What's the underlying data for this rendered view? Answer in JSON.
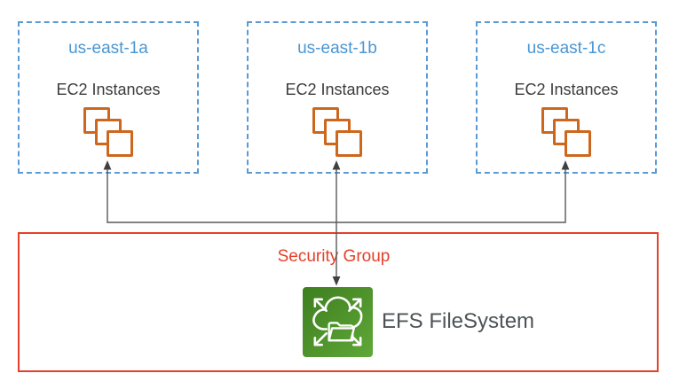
{
  "diagram": {
    "title_implicit": "AWS EFS multi-AZ architecture",
    "zones": [
      {
        "name": "us-east-1a",
        "service_label": "EC2 Instances",
        "icon": "ec2-instances-icon"
      },
      {
        "name": "us-east-1b",
        "service_label": "EC2 Instances",
        "icon": "ec2-instances-icon"
      },
      {
        "name": "us-east-1c",
        "service_label": "EC2 Instances",
        "icon": "ec2-instances-icon"
      }
    ],
    "security_group": {
      "label": "Security Group"
    },
    "efs": {
      "label": "EFS FileSystem",
      "icon": "efs-cloud-folder-icon"
    },
    "connectors": {
      "description": "double-headed line between EC2 group and EFS; branch lines with up arrows into each AZ EC2 stack"
    },
    "colors": {
      "zone_border_blue": "#5B9BD5",
      "zone_title_blue": "#4A96D3",
      "body_text_dark": "#3B3B3B",
      "ec2_orange": "#CD671D",
      "connector_gray": "#595959",
      "arrowhead_gray": "#404040",
      "security_red": "#E5402A",
      "efs_green_dark": "#3E7E1F",
      "efs_green_light": "#5FA838",
      "efs_label_gray": "#4C5456"
    }
  }
}
